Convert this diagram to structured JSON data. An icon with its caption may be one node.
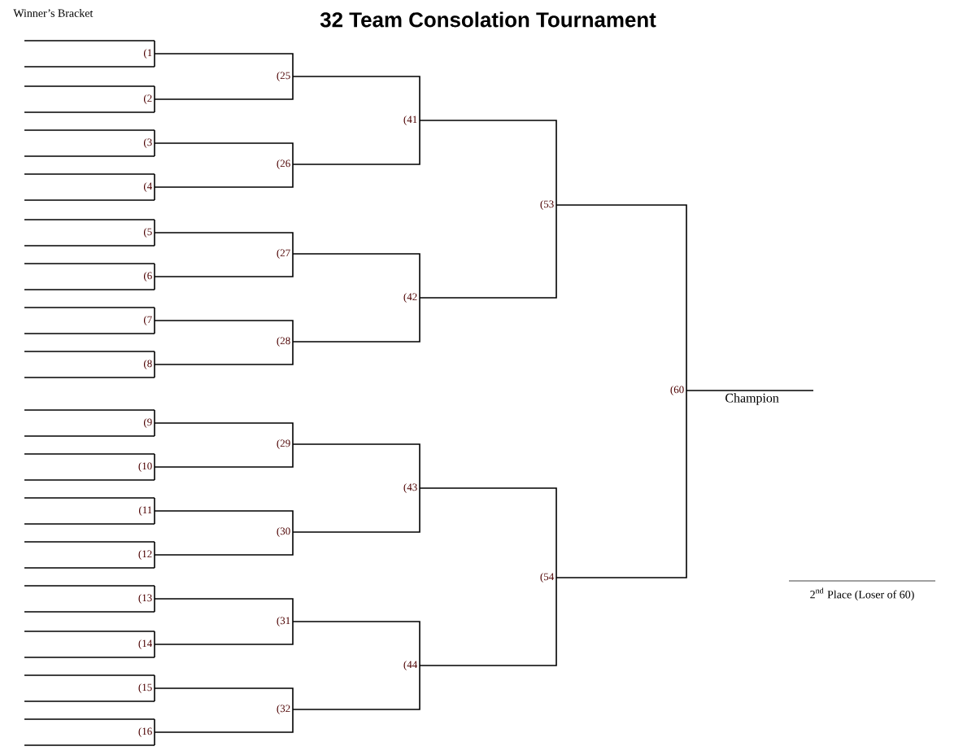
{
  "diagram": {
    "title": "32 Team Consolation Tournament",
    "nodes": [
      {
        "text": [
          "(1"
        ]
      },
      {
        "text": [
          "(2"
        ]
      },
      {
        "text": [
          "(3"
        ]
      },
      {
        "text": [
          "(4"
        ]
      },
      {
        "text": [
          "(5"
        ]
      },
      {
        "text": [
          "(6"
        ]
      },
      {
        "text": [
          "(7"
        ]
      },
      {
        "text": [
          "(8"
        ]
      },
      {
        "text": [
          "(9"
        ]
      },
      {
        "text": [
          "(10"
        ]
      },
      {
        "text": [
          "(11"
        ]
      },
      {
        "text": [
          "(12"
        ]
      },
      {
        "text": [
          "(13"
        ]
      },
      {
        "text": [
          "(14"
        ]
      },
      {
        "text": [
          "(15"
        ]
      },
      {
        "text": [
          "(16"
        ]
      },
      {
        "text": [
          "(25"
        ]
      },
      {
        "text": [
          "(26"
        ]
      },
      {
        "text": [
          "(27"
        ]
      },
      {
        "text": [
          "(28"
        ]
      },
      {
        "text": [
          "(29"
        ]
      },
      {
        "text": [
          "(30"
        ]
      },
      {
        "text": [
          "(31"
        ]
      },
      {
        "text": [
          "(32"
        ]
      },
      {
        "text": [
          "(41"
        ]
      },
      {
        "text": [
          "(42"
        ]
      },
      {
        "text": [
          "(43"
        ]
      },
      {
        "text": [
          "(44"
        ]
      },
      {
        "text": [
          "(53"
        ]
      },
      {
        "text": [
          "(54"
        ]
      },
      {
        "text": [
          "(60"
        ]
      },
      {
        "text": [
          "Champion"
        ]
      }
    ],
    "edges": [
      {
        "from": 0,
        "to": 16,
        "arrow": "none"
      },
      {
        "from": 1,
        "to": 16,
        "arrow": "none"
      },
      {
        "from": 2,
        "to": 17,
        "arrow": "none"
      },
      {
        "from": 3,
        "to": 17,
        "arrow": "none"
      },
      {
        "from": 4,
        "to": 18,
        "arrow": "none"
      },
      {
        "from": 5,
        "to": 18,
        "arrow": "none"
      },
      {
        "from": 6,
        "to": 19,
        "arrow": "none"
      },
      {
        "from": 7,
        "to": 19,
        "arrow": "none"
      },
      {
        "from": 8,
        "to": 20,
        "arrow": "none"
      },
      {
        "from": 9,
        "to": 20,
        "arrow": "none"
      },
      {
        "from": 10,
        "to": 21,
        "arrow": "none"
      },
      {
        "from": 11,
        "to": 21,
        "arrow": "none"
      },
      {
        "from": 12,
        "to": 22,
        "arrow": "none"
      },
      {
        "from": 13,
        "to": 22,
        "arrow": "none"
      },
      {
        "from": 14,
        "to": 23,
        "arrow": "none"
      },
      {
        "from": 15,
        "to": 23,
        "arrow": "none"
      },
      {
        "from": 16,
        "to": 24,
        "arrow": "none"
      },
      {
        "from": 17,
        "to": 24,
        "arrow": "none"
      },
      {
        "from": 18,
        "to": 25,
        "arrow": "none"
      },
      {
        "from": 19,
        "to": 25,
        "arrow": "none"
      },
      {
        "from": 20,
        "to": 26,
        "arrow": "none"
      },
      {
        "from": 21,
        "to": 26,
        "arrow": "none"
      },
      {
        "from": 22,
        "to": 27,
        "arrow": "none"
      },
      {
        "from": 23,
        "to": 27,
        "arrow": "none"
      },
      {
        "from": 24,
        "to": 28,
        "arrow": "none"
      },
      {
        "from": 25,
        "to": 28,
        "arrow": "none"
      },
      {
        "from": 26,
        "to": 29,
        "arrow": "none"
      },
      {
        "from": 27,
        "to": 29,
        "arrow": "none"
      },
      {
        "from": 28,
        "to": 30,
        "arrow": "none"
      },
      {
        "from": 29,
        "to": 30,
        "arrow": "none"
      },
      {
        "from": 30,
        "to": 31,
        "arrow": "none"
      }
    ],
    "labels": [
      "Winner’s Bracket",
      "2$^{nd}$ Place (Loser of 60)"
    ]
  }
}
